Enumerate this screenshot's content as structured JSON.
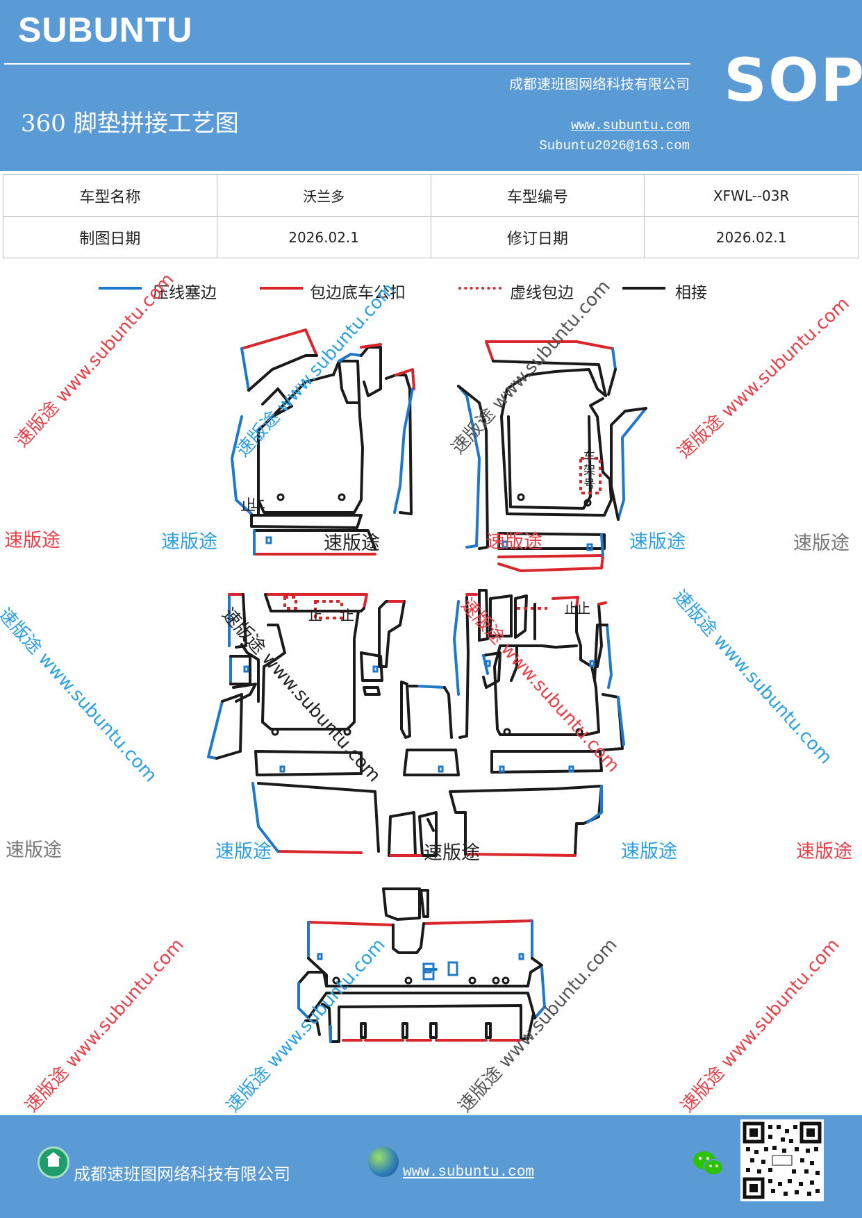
{
  "header": {
    "brand": "SUBUNTU",
    "company": "成都速班图网络科技有限公司",
    "title": "360 脚垫拼接工艺图",
    "website": "www.subuntu.com",
    "email": "Subuntu2026@163.com",
    "badge": "SOP"
  },
  "info_table": {
    "rows": [
      {
        "label1": "车型名称",
        "value1": "沃兰多",
        "label2": "车型编号",
        "value2": "XFWL--03R"
      },
      {
        "label1": "制图日期",
        "value1": "2026.02.1",
        "label2": "修订日期",
        "value2": "2026.02.1"
      }
    ]
  },
  "legend": [
    {
      "label": "压线塞边",
      "color": "#1f78c8",
      "style": "solid"
    },
    {
      "label": "包边底车公扣",
      "color": "#d9262c",
      "style": "solid"
    },
    {
      "label": "虚线包边",
      "color": "#d9262c",
      "style": "dotted"
    },
    {
      "label": "相接",
      "color": "#1a1a1a",
      "style": "solid"
    }
  ],
  "drawing": {
    "frame_label": "车架号",
    "stop_mark": "止"
  },
  "watermarks": {
    "diagonal_text": "速版途 www.subuntu.com",
    "short_text": "速版途",
    "colors": {
      "red": "#e8414a",
      "blue": "#2ca0e0",
      "gray": "#777777",
      "black": "#222222"
    }
  },
  "footer": {
    "company": "成都速班图网络科技有限公司",
    "website": "www.subuntu.com",
    "home_icon": "home-icon",
    "globe_icon": "globe-icon",
    "wechat_icon": "wechat-icon"
  }
}
